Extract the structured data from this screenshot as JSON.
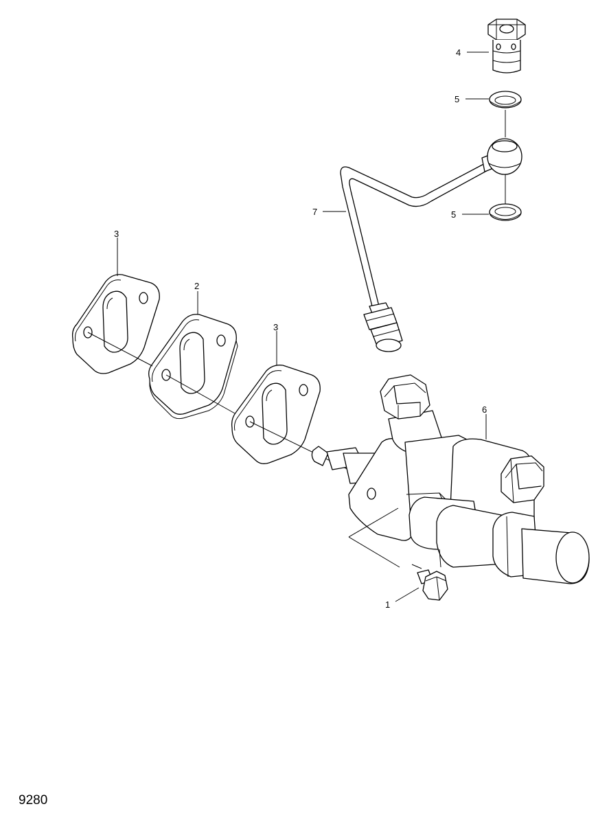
{
  "figure": {
    "page_number": "9280",
    "callouts": [
      {
        "id": "callout-1",
        "label": "1",
        "part": "bolt"
      },
      {
        "id": "callout-2",
        "label": "2",
        "part": "spacer-plate"
      },
      {
        "id": "callout-3a",
        "label": "3",
        "part": "gasket"
      },
      {
        "id": "callout-3b",
        "label": "3",
        "part": "gasket"
      },
      {
        "id": "callout-4",
        "label": "4",
        "part": "banjo-bolt"
      },
      {
        "id": "callout-5a",
        "label": "5",
        "part": "sealing-washer"
      },
      {
        "id": "callout-5b",
        "label": "5",
        "part": "sealing-washer"
      },
      {
        "id": "callout-6",
        "label": "6",
        "part": "fuel-feed-pump"
      },
      {
        "id": "callout-7",
        "label": "7",
        "part": "fuel-pipe"
      }
    ]
  }
}
